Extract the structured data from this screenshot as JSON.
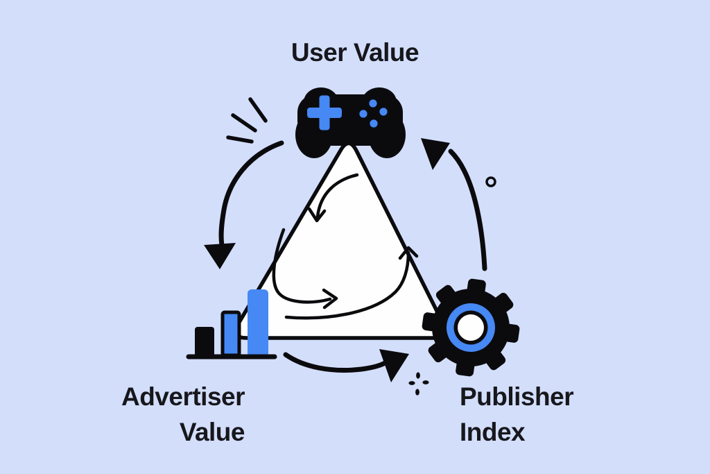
{
  "diagram": {
    "type": "cycle",
    "nodes": [
      {
        "id": "user",
        "position": "top",
        "icon": "gamepad-icon",
        "label": "User Value",
        "lines": [
          "User Value"
        ]
      },
      {
        "id": "advertiser",
        "position": "bottom-left",
        "icon": "bar-chart-icon",
        "label": "Advertiser Value",
        "lines": [
          "Advertiser",
          "Value"
        ]
      },
      {
        "id": "publisher",
        "position": "bottom-right",
        "icon": "gear-icon",
        "label": "Publisher Index",
        "lines": [
          "Publisher",
          "Index"
        ]
      }
    ],
    "arrows": [
      {
        "from": "user",
        "to": "advertiser",
        "style": "outer-curved-solid-head"
      },
      {
        "from": "advertiser",
        "to": "publisher",
        "style": "outer-curved-solid-head"
      },
      {
        "from": "publisher",
        "to": "user",
        "style": "outer-curved-solid-head"
      }
    ],
    "inner_cycle": "three curved arrows circulating counterclockwise inside triangle",
    "decorations": [
      "speed-lines",
      "small-circle",
      "sparkle-dots"
    ]
  },
  "colors": {
    "bg": "#d3defb",
    "ink": "#0b0b0e",
    "blue": "#4688f4",
    "surface": "#fefefe",
    "text": "#17171c"
  }
}
